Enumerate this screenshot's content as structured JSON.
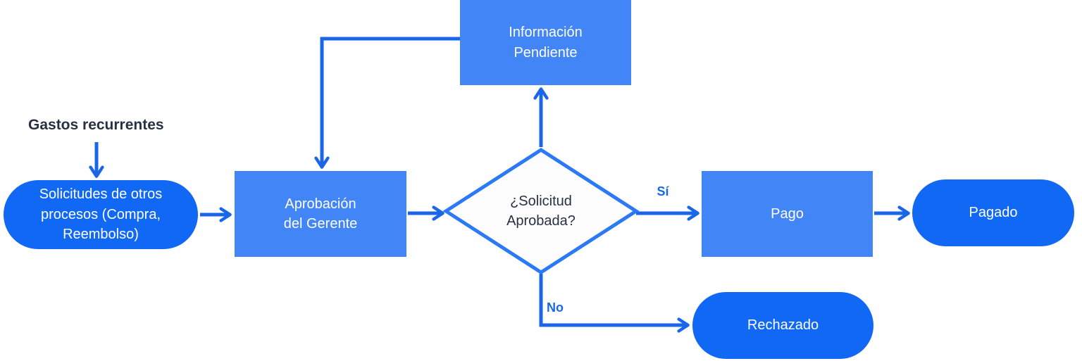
{
  "diagram": {
    "annotation": {
      "label": "Gastos recurrentes"
    },
    "nodes": {
      "solicitudes": {
        "type": "terminator",
        "label": "Solicitudes de otros\nprocesos (Compra,\nReembolso)"
      },
      "aprobacion": {
        "type": "process",
        "label": "Aprobación\ndel Gerente"
      },
      "informacion": {
        "type": "process",
        "label": "Información\nPendiente"
      },
      "decision": {
        "type": "decision",
        "label": "¿Solicitud\nAprobada?"
      },
      "pago": {
        "type": "process",
        "label": "Pago"
      },
      "pagado": {
        "type": "terminator",
        "label": "Pagado"
      },
      "rechazado": {
        "type": "terminator",
        "label": "Rechazado"
      }
    },
    "edge_labels": {
      "yes": "Sí",
      "no": "No"
    },
    "colors": {
      "pill": "#1168F5",
      "process": "#4285F7",
      "arrow": "#1A66E8",
      "diamond_border": "#2B79F5",
      "diamond_fill": "#FDFDFE",
      "dark_text": "#273142",
      "light_text": "#FFFFFF",
      "background": "#FFFFFF"
    }
  }
}
